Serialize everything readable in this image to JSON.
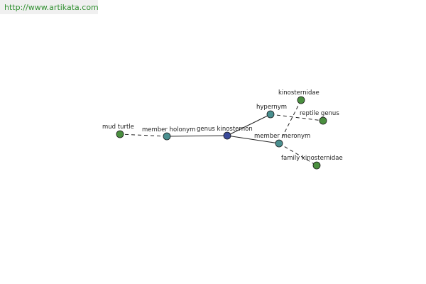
{
  "header": {
    "url": "http://www.artikata.com"
  },
  "graph": {
    "colors": {
      "center_node": "#3a4a9a",
      "relation_node": "#4a8f8f",
      "leaf_node": "#4a8f3f",
      "edge": "#222222",
      "node_stroke": "#1a1a1a"
    },
    "nodes": [
      {
        "id": "genus-kinosternon",
        "label": "genus kinosternon",
        "kind": "center"
      },
      {
        "id": "member-holonym",
        "label": "member holonym",
        "kind": "relation"
      },
      {
        "id": "hypernym",
        "label": "hypernym",
        "kind": "relation"
      },
      {
        "id": "member-meronym",
        "label": "member meronym",
        "kind": "relation"
      },
      {
        "id": "mud-turtle",
        "label": "mud turtle",
        "kind": "leaf"
      },
      {
        "id": "kinosternidae",
        "label": "kinosternidae",
        "kind": "leaf"
      },
      {
        "id": "reptile-genus",
        "label": "reptile genus",
        "kind": "leaf"
      },
      {
        "id": "family-kinosternidae",
        "label": "family kinosternidae",
        "kind": "leaf"
      }
    ],
    "edges": [
      {
        "from": "genus-kinosternon",
        "to": "member-holonym",
        "style": "solid"
      },
      {
        "from": "genus-kinosternon",
        "to": "hypernym",
        "style": "solid"
      },
      {
        "from": "genus-kinosternon",
        "to": "member-meronym",
        "style": "solid"
      },
      {
        "from": "member-holonym",
        "to": "mud-turtle",
        "style": "dashed"
      },
      {
        "from": "hypernym",
        "to": "reptile-genus",
        "style": "dashed"
      },
      {
        "from": "member-meronym",
        "to": "kinosternidae",
        "style": "dashed"
      },
      {
        "from": "member-meronym",
        "to": "family-kinosternidae",
        "style": "dashed"
      }
    ]
  }
}
